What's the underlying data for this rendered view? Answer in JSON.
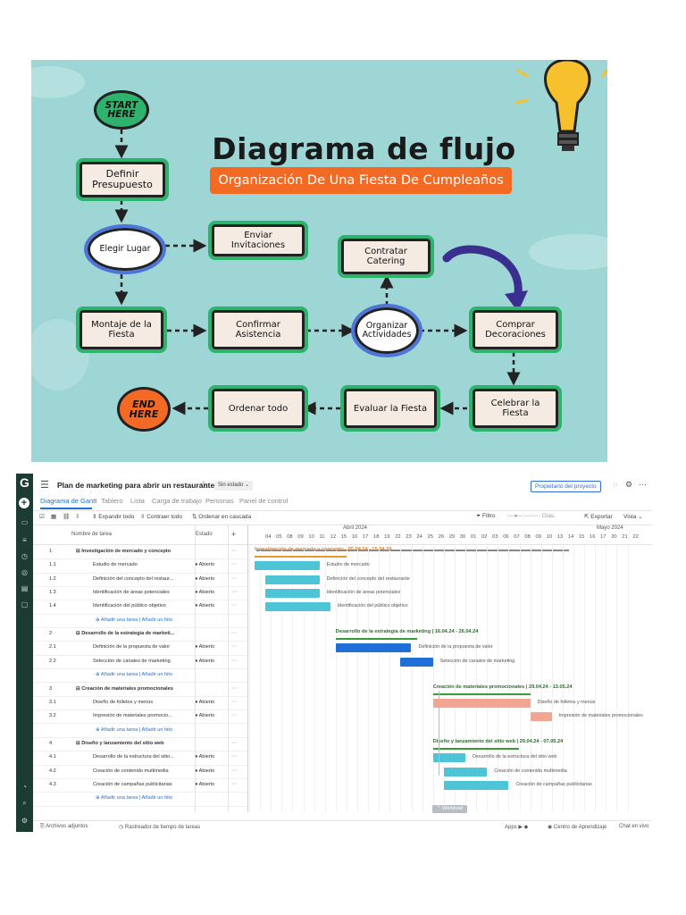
{
  "poster": {
    "title": "Diagrama de flujo",
    "subtitle": "Organización De Una Fiesta De Cumpleaños",
    "start": "START HERE",
    "end": "END HERE",
    "nodes": {
      "definir": "Definir Presupuesto",
      "elegir": "Elegir Lugar",
      "enviar": "Enviar Invitaciones",
      "contratar": "Contratar Catering",
      "montaje": "Montaje de la Fiesta",
      "confirmar": "Confirmar Asistencia",
      "organizar": "Organizar Actividades",
      "comprar": "Comprar Decoraciones",
      "celebrar": "Celebrar la Fiesta",
      "evaluar": "Evaluar la Fiesta",
      "ordenar": "Ordenar todo"
    },
    "colors": {
      "background": "#9ed6d6",
      "box_border": "#2db36e",
      "cloud_border": "#4e74d8",
      "subtitle_bg": "#f26a24",
      "start_fill": "#2db36e",
      "end_fill": "#f26a24",
      "bulb": "#f7c12e"
    }
  },
  "app": {
    "logo": "G",
    "project_title": "Plan de marketing para abrir un restaurante",
    "status": "Sin estado",
    "owner_button": "Propietario del proyecto",
    "tabs": [
      "Diagrama de Gantt",
      "Tablero",
      "Lista",
      "Carga de trabajo",
      "Personas",
      "Panel de control"
    ],
    "active_tab": "Diagrama de Gantt",
    "toolbar": {
      "expand": "Expandir todo",
      "collapse": "Contraer todo",
      "cascade": "Ordenar en cascada",
      "filter": "Filtro",
      "zoom": "Días",
      "export": "Exportar",
      "view": "Vista"
    },
    "columns": {
      "name": "Nombre de tarea",
      "state": "Estado"
    },
    "months": [
      "Abril 2024",
      "Mayo 2024"
    ],
    "days": [
      "04",
      "05",
      "08",
      "09",
      "10",
      "11",
      "12",
      "15",
      "16",
      "17",
      "18",
      "19",
      "22",
      "23",
      "24",
      "25",
      "26",
      "29",
      "30",
      "01",
      "02",
      "03",
      "06",
      "07",
      "08",
      "09",
      "10",
      "13",
      "14",
      "15",
      "16",
      "17",
      "20",
      "21",
      "22"
    ],
    "add_task": "Añadir una tarea",
    "add_milestone": "Añadir un hito",
    "rows": [
      {
        "type": "group",
        "num": "1",
        "name": "Investigación de mercado y concepto"
      },
      {
        "type": "task",
        "num": "1.1",
        "name": "Estudio de mercado",
        "state": "Abierto"
      },
      {
        "type": "task",
        "num": "1.2",
        "name": "Definición del concepto del restaur...",
        "state": "Abierto"
      },
      {
        "type": "task",
        "num": "1.3",
        "name": "Identificación de áreas potenciales",
        "state": "Abierto"
      },
      {
        "type": "task",
        "num": "1.4",
        "name": "Identificación del público objetivo",
        "state": "Abierto"
      },
      {
        "type": "add"
      },
      {
        "type": "group",
        "num": "2",
        "name": "Desarrollo de la estrategia de marketi..."
      },
      {
        "type": "task",
        "num": "2.1",
        "name": "Definición de la propuesta de valor",
        "state": "Abierto"
      },
      {
        "type": "task",
        "num": "2.2",
        "name": "Selección de canales de marketing",
        "state": "Abierto"
      },
      {
        "type": "add"
      },
      {
        "type": "group",
        "num": "3",
        "name": "Creación de materiales promocionales"
      },
      {
        "type": "task",
        "num": "3.1",
        "name": "Diseño de folletos y menús",
        "state": "Abierto"
      },
      {
        "type": "task",
        "num": "3.2",
        "name": "Impresión de materiales promocio...",
        "state": "Abierto"
      },
      {
        "type": "add"
      },
      {
        "type": "group",
        "num": "4",
        "name": "Diseño y lanzamiento del sitio web"
      },
      {
        "type": "task",
        "num": "4.1",
        "name": "Desarrollo de la estructura del sitio...",
        "state": "Abierto"
      },
      {
        "type": "task",
        "num": "4.2",
        "name": "Creación de contenido multimedia",
        "state": "Abierto"
      },
      {
        "type": "task",
        "num": "4.3",
        "name": "Creación de campañas publicitarias",
        "state": "Abierto"
      },
      {
        "type": "add"
      }
    ],
    "gantt": [
      {
        "row": 0,
        "kind": "group",
        "label": "Investigación de mercado y concepto",
        "dates": " - 05.04.24 - 15.04.24",
        "color": "#e89a2c",
        "start": 0.5,
        "len": 8.5
      },
      {
        "row": 1,
        "kind": "task",
        "label": "Estudio de mercado",
        "color": "#4ec5d6",
        "start": 0.5,
        "len": 6
      },
      {
        "row": 2,
        "kind": "task",
        "label": "Definición del concepto del restaurante",
        "color": "#4ec5d6",
        "start": 1.5,
        "len": 5
      },
      {
        "row": 3,
        "kind": "task",
        "label": "Identificación de áreas potenciales",
        "color": "#4ec5d6",
        "start": 1.5,
        "len": 5
      },
      {
        "row": 4,
        "kind": "task",
        "label": "Identificación del público objetivo",
        "color": "#4ec5d6",
        "start": 1.5,
        "len": 6
      },
      {
        "row": 6,
        "kind": "group",
        "label": "Desarrollo de la estrategia de marketing",
        "dates": " | 16.04.24 - 26.04.24",
        "color": "#3a9a3a",
        "start": 8,
        "len": 7.5
      },
      {
        "row": 7,
        "kind": "task",
        "label": "Definición de la propuesta de valor",
        "color": "#1f6fd6",
        "start": 8,
        "len": 7
      },
      {
        "row": 8,
        "kind": "task",
        "label": "Selección de canales de marketing",
        "color": "#1f6fd6",
        "start": 14,
        "len": 3
      },
      {
        "row": 10,
        "kind": "group",
        "label": "Creación de materiales promocionales",
        "dates": " | 29.04.24 - 13.05.24",
        "color": "#3a9a3a",
        "start": 17,
        "len": 9
      },
      {
        "row": 11,
        "kind": "task",
        "label": "Diseño de folletos y menús",
        "color": "#f2a590",
        "start": 17,
        "len": 9
      },
      {
        "row": 12,
        "kind": "task",
        "label": "Impresión de materiales promocionales",
        "color": "#f2a590",
        "start": 26,
        "len": 2
      },
      {
        "row": 14,
        "kind": "group",
        "label": "Diseño y lanzamiento del sitio web",
        "dates": " | 29.04.24 - 07.05.24",
        "color": "#3a9a3a",
        "start": 17,
        "len": 8
      },
      {
        "row": 15,
        "kind": "task",
        "label": "Desarrollo de la estructura del sitio web",
        "color": "#4ec5d6",
        "start": 17,
        "len": 3
      },
      {
        "row": 16,
        "kind": "task",
        "label": "Creación de contenido multimedia",
        "color": "#4ec5d6",
        "start": 18,
        "len": 4
      },
      {
        "row": 17,
        "kind": "task",
        "label": "Creación de campañas publicitarias",
        "color": "#4ec5d6",
        "start": 18,
        "len": 6
      }
    ],
    "workload": "Workload",
    "footer": {
      "attachments": "Archivos adjuntos",
      "tracker": "Rastreador de tiempo de tareas",
      "apps": "Apps",
      "learning": "Centro de Aprendizaje",
      "chat": "Chat en vivo"
    }
  }
}
